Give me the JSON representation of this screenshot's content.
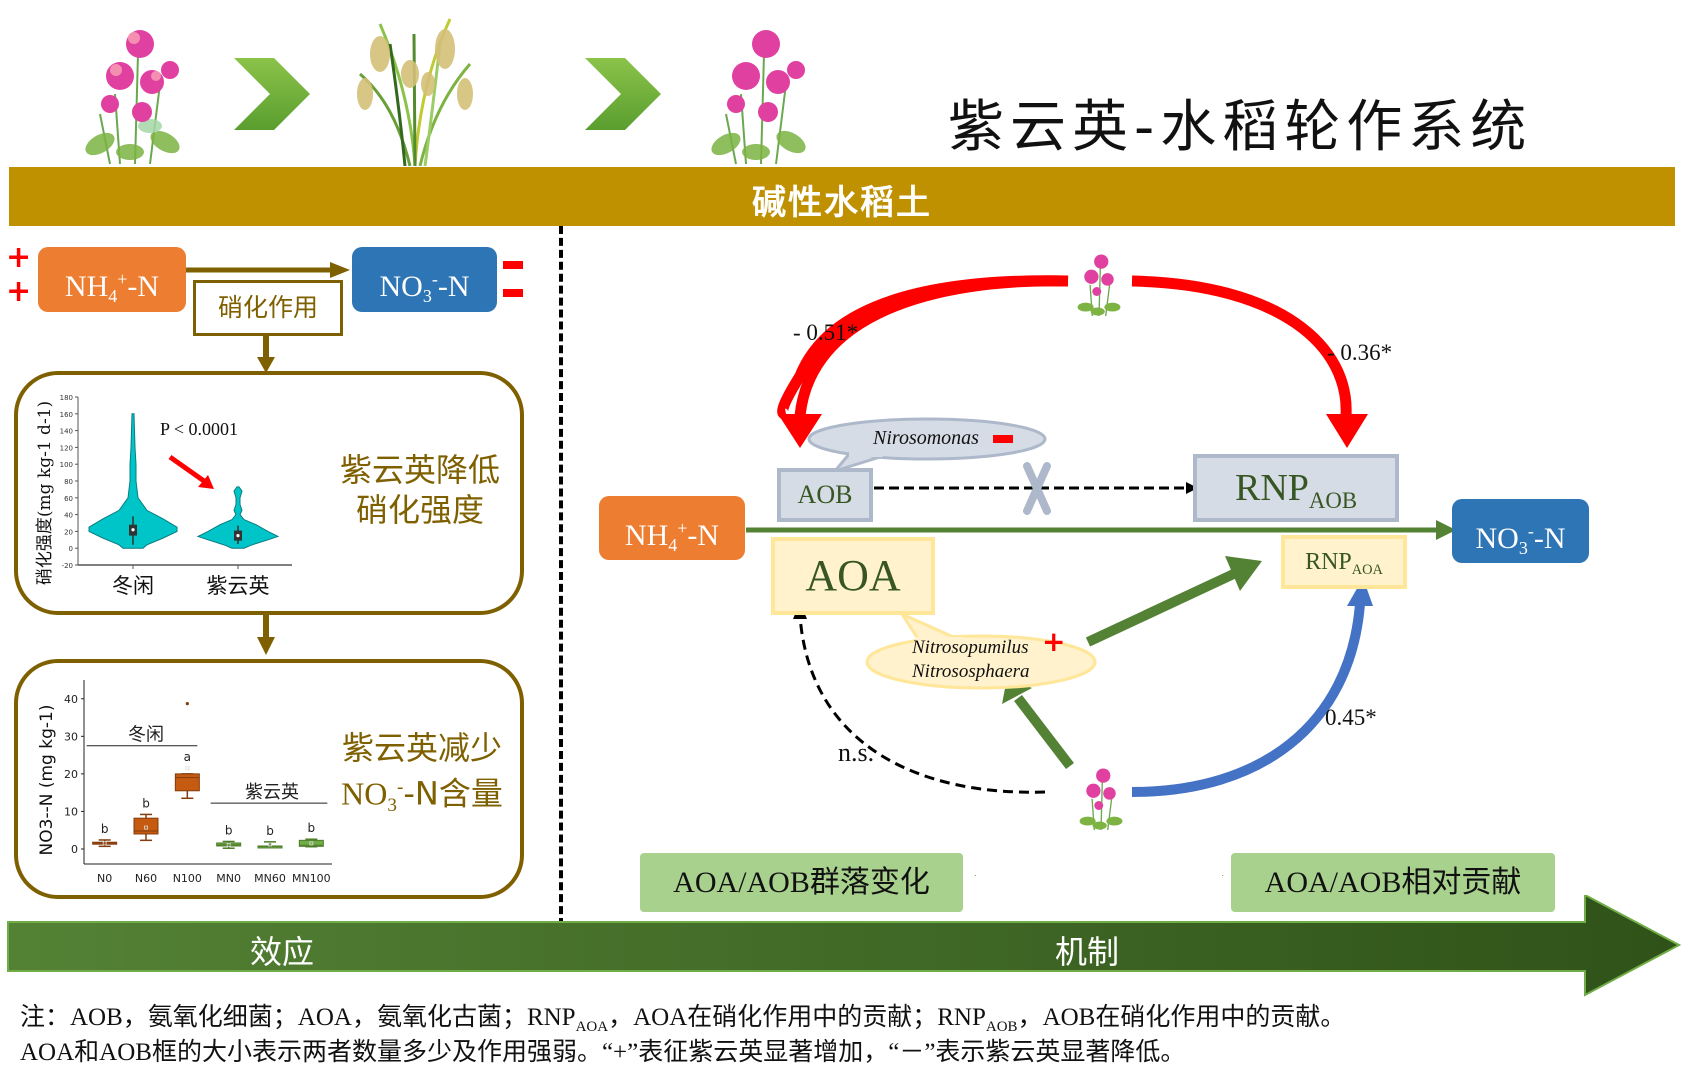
{
  "header": {
    "title": "紫云英-水稻轮作系统",
    "soil_banner": "碱性水稻土",
    "rotation_sequence": [
      "milk-vetch-plant-icon",
      "chevron-right-icon",
      "rice-plant-icon",
      "chevron-right-icon",
      "milk-vetch-plant-icon"
    ]
  },
  "colors": {
    "gold": "#bf9000",
    "brown": "#7f6000",
    "orange": "#ed7d31",
    "blue": "#2e75b6",
    "red": "#ff0000",
    "dark_green": "#548235",
    "light_green": "#a9d18e",
    "grey_box": "#d6dce5",
    "yellow_box": "#fff2cc",
    "arrow_blue": "#4472c4"
  },
  "effect_panel": {
    "nh4_label": "NH",
    "nh4_sub": "4",
    "nh4_sup": "+",
    "nh4_suffix": "-N",
    "no3_label": "NO",
    "no3_sub": "3",
    "no3_sup": "-",
    "no3_suffix": "-N",
    "nitrification_label": "硝化作用",
    "nh4_effect": "+",
    "no3_effect": "−",
    "conclusion_1": [
      "紫云英降低",
      "硝化强度"
    ],
    "conclusion_2_line1": "紫云英减少",
    "conclusion_2_line2_prefix": "NO",
    "conclusion_2_line2_sub": "3",
    "conclusion_2_line2_sup": "-",
    "conclusion_2_line2_suffix": "-N含量"
  },
  "chart_data": [
    {
      "type": "violin",
      "title": "",
      "ylabel": "硝化强度(mg kg-1 d-1)",
      "ylim": [
        -20,
        180
      ],
      "yticks": [
        -20,
        0,
        20,
        40,
        60,
        80,
        100,
        120,
        140,
        160,
        180
      ],
      "categories": [
        "冬闲",
        "紫云英"
      ],
      "annotation": "P < 0.0001",
      "series": [
        {
          "name": "冬闲",
          "min": 0,
          "max": 160,
          "median": 22,
          "q1": 15,
          "q3": 28,
          "whisker_low": 4,
          "whisker_high": 38
        },
        {
          "name": "紫云英",
          "min": 0,
          "max": 73,
          "median": 15,
          "q1": 9,
          "q3": 21,
          "whisker_low": 5,
          "whisker_high": 27
        }
      ]
    },
    {
      "type": "box",
      "ylabel": "NO3--N (mg kg-1)",
      "ylim": [
        -4,
        45
      ],
      "yticks": [
        0,
        10,
        20,
        30,
        40
      ],
      "categories": [
        "N0",
        "N60",
        "N100",
        "MN0",
        "MN60",
        "MN100"
      ],
      "group_labels": [
        {
          "label": "冬闲",
          "categories": [
            "N0",
            "N60",
            "N100"
          ]
        },
        {
          "label": "紫云英",
          "categories": [
            "MN0",
            "MN60",
            "MN100"
          ]
        }
      ],
      "series": [
        {
          "name": "N0",
          "group": "冬闲",
          "q1": 1.3,
          "median": 1.6,
          "q3": 1.8,
          "low": 0.7,
          "high": 2.4,
          "mean": 1.5,
          "outliers": [],
          "letter": "b"
        },
        {
          "name": "N60",
          "group": "冬闲",
          "q1": 4.0,
          "median": 4.8,
          "q3": 8.2,
          "low": 2.3,
          "high": 9.2,
          "mean": 5.7,
          "outliers": [],
          "letter": "b"
        },
        {
          "name": "N100",
          "group": "冬闲",
          "q1": 15.5,
          "median": 19.0,
          "q3": 20.0,
          "low": 13.5,
          "high": 20.0,
          "mean": 21.5,
          "outliers": [
            38.7
          ],
          "letter": "a"
        },
        {
          "name": "MN0",
          "group": "紫云英",
          "q1": 0.8,
          "median": 1.1,
          "q3": 1.6,
          "low": 0.2,
          "high": 2.0,
          "mean": 1.1,
          "outliers": [],
          "letter": "b"
        },
        {
          "name": "MN60",
          "group": "紫云英",
          "q1": 0.6,
          "median": 0.7,
          "q3": 0.8,
          "low": 0.5,
          "high": 1.9,
          "mean": 1.2,
          "outliers": [],
          "letter": "b"
        },
        {
          "name": "MN100",
          "group": "紫云英",
          "q1": 0.7,
          "median": 1.0,
          "q3": 2.3,
          "low": 0.6,
          "high": 2.6,
          "mean": 1.5,
          "outliers": [],
          "letter": "b"
        }
      ]
    }
  ],
  "mechanism_panel": {
    "nh4": {
      "label": "NH",
      "sub": "4",
      "sup": "+",
      "suffix": "-N"
    },
    "no3": {
      "label": "NO",
      "sub": "3",
      "sup": "-",
      "suffix": "-N"
    },
    "aob": "AOB",
    "aoa": "AOA",
    "rnp_aob": {
      "label": "RNP",
      "sub": "AOB"
    },
    "rnp_aoa": {
      "label": "RNP",
      "sub": "AOA"
    },
    "aob_bubble": "Nirosomonas",
    "aob_bubble_effect": "−",
    "aoa_bubble": [
      "Nitrosopumilus",
      "Nitrososphaera"
    ],
    "aoa_bubble_effect": "+",
    "coef_aob": "- 0.51*",
    "coef_rnp_aob": "- 0.36*",
    "coef_rnp_aoa": "0.45*",
    "coef_aoa": "n.s.",
    "blocked_icon": "x-mark-icon",
    "summary_left": "AOA/AOB群落变化",
    "summary_right": "AOA/AOB相对贡献"
  },
  "footer": {
    "effect_label": "效应",
    "mechanism_label": "机制",
    "note_line1": [
      {
        "t": "注：AOB，氨氧化细菌；AOA，氨氧化古菌；RNP"
      },
      {
        "sub": "AOA"
      },
      {
        "t": "，AOA在硝化作用中的贡献；RNP"
      },
      {
        "sub": "AOB"
      },
      {
        "t": "，AOB在硝化作用中的贡献。"
      }
    ],
    "note_line2": "AOA和AOB框的大小表示两者数量多少及作用强弱。“+”表征紫云英显著增加，“－”表示紫云英显著降低。"
  }
}
